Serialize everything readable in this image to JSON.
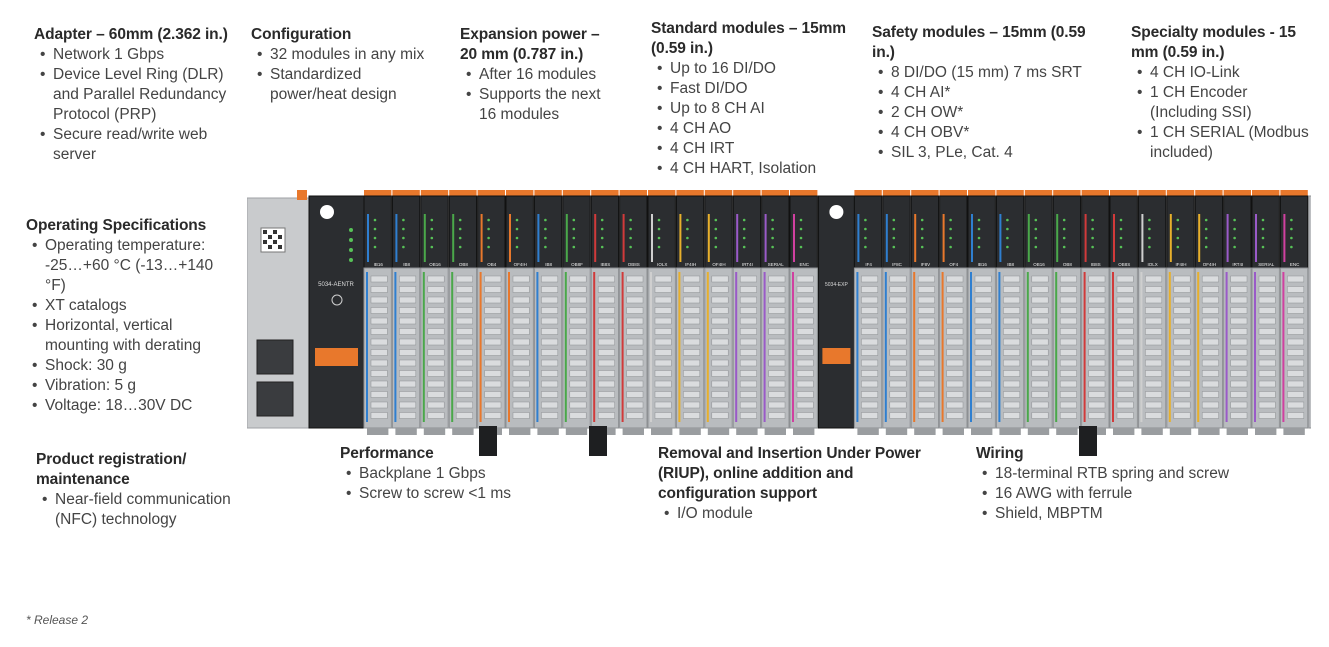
{
  "colors": {
    "heading": "#2a2a2a",
    "text": "#444444",
    "module_body": "#2b2d30",
    "terminal_gray": "#b9bcbf",
    "adapter_shell": "#c9cbcd",
    "accent_orange": "#e8782c"
  },
  "adapter": {
    "title": "Adapter – 60mm (2.362 in.)",
    "items": [
      "Network 1 Gbps",
      "Device Level Ring (DLR) and Parallel Redundancy Protocol (PRP)",
      "Secure read/write web server"
    ]
  },
  "configuration": {
    "title": "Configuration",
    "items": [
      "32 modules in any mix",
      "Standardized power/heat design"
    ]
  },
  "expansion": {
    "title": "Expansion power – 20 mm (0.787 in.)",
    "items": [
      "After 16 modules",
      "Supports the next 16 modules"
    ]
  },
  "standard": {
    "title": "Standard modules – 15mm (0.59 in.)",
    "items": [
      "Up to 16 DI/DO",
      "Fast DI/DO",
      "Up to 8 CH AI",
      "4 CH AO",
      "4 CH IRT",
      "4 CH HART, Isolation"
    ]
  },
  "safety": {
    "title": "Safety modules – 15mm (0.59 in.)",
    "items": [
      "8 DI/DO (15 mm) 7 ms SRT",
      "4 CH AI*",
      "2 CH OW*",
      "4 CH OBV*",
      "SIL 3, PLe, Cat. 4"
    ]
  },
  "specialty": {
    "title": "Specialty modules  - 15 mm (0.59 in.)",
    "items": [
      "4 CH IO-Link",
      "1 CH Encoder (Including SSI)",
      "1 CH SERIAL (Modbus included)"
    ]
  },
  "operating": {
    "title": "Operating Specifications",
    "items": [
      "Operating temperature: -25…+60 °C (-13…+140 °F)",
      "XT catalogs",
      "Horizontal, vertical mounting with derating",
      "Shock: 30 g",
      "Vibration: 5 g",
      "Voltage: 18…30V DC"
    ]
  },
  "registration": {
    "title": "Product registration/ maintenance",
    "items": [
      "Near-field communication (NFC) technology"
    ]
  },
  "performance": {
    "title": "Performance",
    "items": [
      "Backplane 1 Gbps",
      "Screw to screw <1 ms"
    ]
  },
  "riup": {
    "title": "Removal and Insertion Under Power (RIUP), online addition and configuration support",
    "items": [
      "I/O module"
    ]
  },
  "wiring": {
    "title": "Wiring",
    "items": [
      "18-terminal RTB spring and screw",
      "16 AWG with ferrule",
      "Shield, MBPTM"
    ]
  },
  "footnote": "* Release 2",
  "hardware": {
    "adapter_label": "5034-AENTR",
    "expansion_label": "5034-EXP",
    "left_modules": [
      {
        "label": "IB16",
        "color": "#2f7fd0"
      },
      {
        "label": "IB8",
        "color": "#2f7fd0"
      },
      {
        "label": "OB16",
        "color": "#4aa84a"
      },
      {
        "label": "OB8",
        "color": "#4aa84a"
      },
      {
        "label": "OB4",
        "color": "#e8782c"
      },
      {
        "label": "OF4IH",
        "color": "#e8782c"
      },
      {
        "label": "IB8",
        "color": "#2f7fd0"
      },
      {
        "label": "OB8F",
        "color": "#4aa84a"
      },
      {
        "label": "IB8S",
        "color": "#d13a3a"
      },
      {
        "label": "OB8S",
        "color": "#d13a3a"
      },
      {
        "label": "IOLX",
        "color": "#cfcfcf"
      },
      {
        "label": "IF4IH",
        "color": "#e8b02c"
      },
      {
        "label": "OF4IH",
        "color": "#e8b02c"
      },
      {
        "label": "IRT4I",
        "color": "#9a5ac8"
      },
      {
        "label": "SERIAL",
        "color": "#9a5ac8"
      },
      {
        "label": "ENC",
        "color": "#d040a0"
      }
    ],
    "right_modules": [
      {
        "label": "IF4",
        "color": "#2f7fd0"
      },
      {
        "label": "IF8C",
        "color": "#2f7fd0"
      },
      {
        "label": "IF8V",
        "color": "#e8782c"
      },
      {
        "label": "OF4",
        "color": "#e8782c"
      },
      {
        "label": "IB16",
        "color": "#2f7fd0"
      },
      {
        "label": "IB8",
        "color": "#2f7fd0"
      },
      {
        "label": "OB16",
        "color": "#4aa84a"
      },
      {
        "label": "OB8",
        "color": "#4aa84a"
      },
      {
        "label": "IB8S",
        "color": "#d13a3a"
      },
      {
        "label": "OB8S",
        "color": "#d13a3a"
      },
      {
        "label": "IOLX",
        "color": "#cfcfcf"
      },
      {
        "label": "IF4IH",
        "color": "#e8b02c"
      },
      {
        "label": "OF4IH",
        "color": "#e8b02c"
      },
      {
        "label": "IRT4I",
        "color": "#9a5ac8"
      },
      {
        "label": "SERIAL",
        "color": "#9a5ac8"
      },
      {
        "label": "ENC",
        "color": "#d040a0"
      }
    ]
  }
}
